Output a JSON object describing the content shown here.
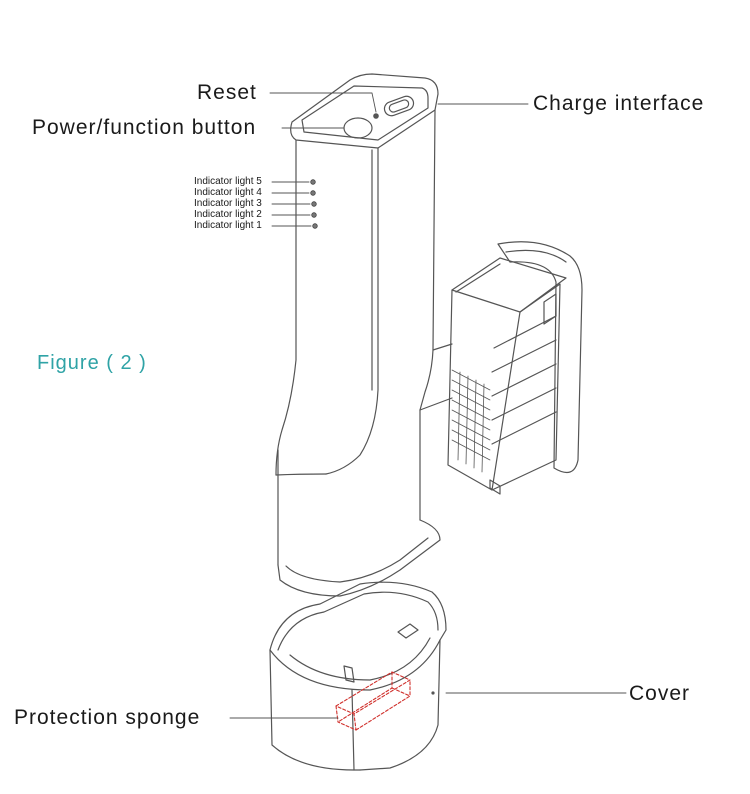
{
  "labels": {
    "reset": "Reset",
    "power_function_button": "Power/function button",
    "charge_interface": "Charge interface",
    "indicator_lights": [
      "Indicator light 5",
      "Indicator light 4",
      "Indicator light 3",
      "Indicator light 2",
      "Indicator light 1"
    ],
    "cover": "Cover",
    "protection_sponge": "Protection sponge"
  },
  "figure_caption": "Figure ( 2 )",
  "colors": {
    "outline": "#555555",
    "caption": "#2fa3a6",
    "sponge_outline": "#d0302c",
    "text": "#1a1a1a"
  }
}
